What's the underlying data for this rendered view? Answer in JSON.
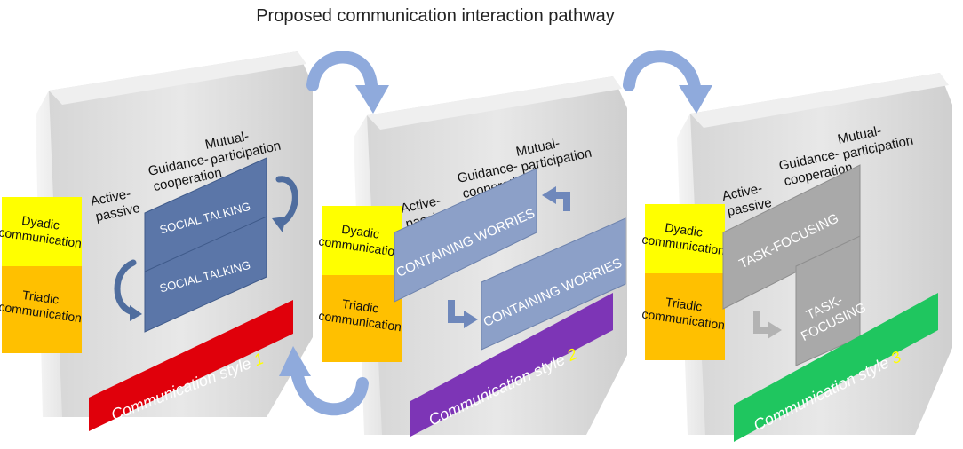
{
  "title": "Proposed communication interaction pathway",
  "labels": {
    "active": [
      "Active-",
      "passive"
    ],
    "guidance": [
      "Guidance-",
      "cooperation"
    ],
    "mutual": [
      "Mutual-",
      "participation"
    ],
    "dyadic": [
      "Dyadic",
      "communication"
    ],
    "triadic": [
      "Triadic",
      "communication"
    ]
  },
  "panels": [
    {
      "style_prefix": "Communication style ",
      "style_number": "1",
      "band_color": "#e0000b",
      "number_color": "#ffff00",
      "box_color": "#5b76a8",
      "box_dyadic": [
        "SOCIAL TALKING"
      ],
      "box_triadic": [
        "SOCIAL TALKING"
      ]
    },
    {
      "style_prefix": "Communication style ",
      "style_number": "2",
      "band_color": "#7d35b6",
      "number_color": "#ffff00",
      "box_color": "#8ca0c8",
      "box_dyadic": [
        "CONTAINING WORRIES"
      ],
      "box_triadic": [
        "CONTAINING WORRIES"
      ]
    },
    {
      "style_prefix": "Communication style ",
      "style_number": "3",
      "band_color": "#1fc65f",
      "number_color": "#ffff00",
      "box_color": "#a9a9a9",
      "box_dyadic": [
        "TASK-FOCUSING"
      ],
      "box_triadic": [
        "TASK-",
        "FOCUSING"
      ]
    }
  ],
  "colors": {
    "panel_face": "#e4e4e4",
    "panel_edge": "#f4f4f4",
    "dyadic_tab": "#ffff00",
    "triadic_tab": "#ffc000",
    "arrow": "#8faadc"
  }
}
